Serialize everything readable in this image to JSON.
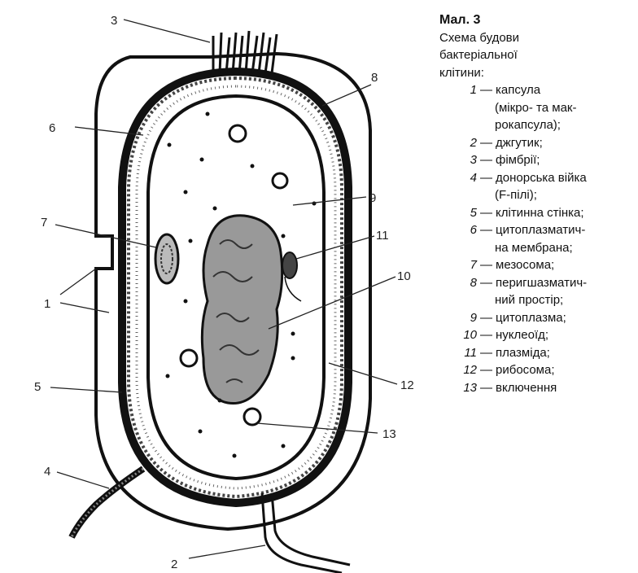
{
  "caption": {
    "figure_number": "Мал. 3",
    "title_lines": [
      "Схема будови",
      "бактеріальної",
      "клітини:"
    ]
  },
  "legend": [
    {
      "num": "1",
      "lines": [
        "капсула",
        "(мікро- та мак-",
        "рокапсула);"
      ]
    },
    {
      "num": "2",
      "lines": [
        "джгутик;"
      ]
    },
    {
      "num": "3",
      "lines": [
        "фімбрії;"
      ]
    },
    {
      "num": "4",
      "lines": [
        "донорська війка",
        "(F-пілі);"
      ]
    },
    {
      "num": "5",
      "lines": [
        "клітинна стінка;"
      ]
    },
    {
      "num": "6",
      "lines": [
        "цитоплазматич-",
        "на мембрана;"
      ]
    },
    {
      "num": "7",
      "lines": [
        "мезосома;"
      ]
    },
    {
      "num": "8",
      "lines": [
        "перигшазматич-",
        "ний простір;"
      ]
    },
    {
      "num": "9",
      "lines": [
        "цитоплазма;"
      ]
    },
    {
      "num": "10",
      "lines": [
        "нуклеоїд;"
      ]
    },
    {
      "num": "11",
      "lines": [
        "плазміда;"
      ]
    },
    {
      "num": "12",
      "lines": [
        "рибосома;"
      ]
    },
    {
      "num": "13",
      "lines": [
        "включення"
      ]
    }
  ],
  "diagram": {
    "callouts": [
      "1",
      "2",
      "3",
      "4",
      "5",
      "6",
      "7",
      "8",
      "9",
      "10",
      "11",
      "12",
      "13"
    ]
  }
}
